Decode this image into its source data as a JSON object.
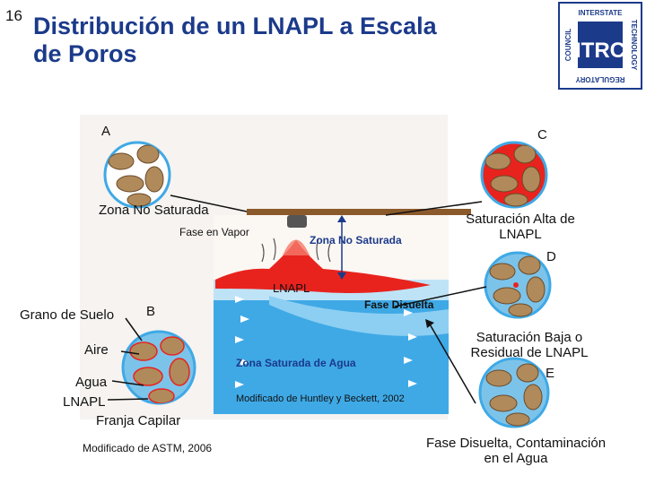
{
  "slide_number": "16",
  "title_line1": "Distribución  de un LNAPL a Escala",
  "title_line2": "de Poros",
  "logo": {
    "text_top": "INTERSTATE",
    "text_left": "COUNCIL",
    "text_right": "TECHNOLOGY",
    "text_bottom": "REGULATORY",
    "mark": "ITRC",
    "color": "#1b3a8a"
  },
  "labels": {
    "panel_a": "A",
    "panel_b": "B",
    "panel_c": "C",
    "panel_d": "D",
    "panel_e": "E",
    "zona_no_saturada": "Zona No Saturada",
    "fase_vapor": "Fase en Vapor",
    "zona_no_saturada_center": "Zona No Saturada",
    "saturacion_alta_1": "Saturación Alta de",
    "saturacion_alta_2": "LNAPL",
    "lnapl_center": "LNAPL",
    "fase_disuelta": "Fase Disuelta",
    "grano_suelo": "Grano de Suelo",
    "aire": "Aire",
    "agua": "Agua",
    "lnapl_left": "LNAPL",
    "franja_capilar": "Franja Capilar",
    "zona_saturada_agua": "Zona Saturada de Agua",
    "modificado_huntley": "Modificado de Huntley y Beckett, 2002",
    "saturacion_baja_1": "Saturación Baja o",
    "saturacion_baja_2": "Residual de LNAPL",
    "modificado_astm": "Modificado de ASTM, 2006",
    "fase_disuelta_contam_1": "Fase Disuelta, Contaminación",
    "fase_disuelta_contam_2": "en el Agua"
  },
  "colors": {
    "title": "#1b3a8a",
    "water": "#3fa9e6",
    "lnapl": "#e8231e",
    "grain": "#b08a5a",
    "air": "#ffffff",
    "ground": "#8b5a2b"
  }
}
